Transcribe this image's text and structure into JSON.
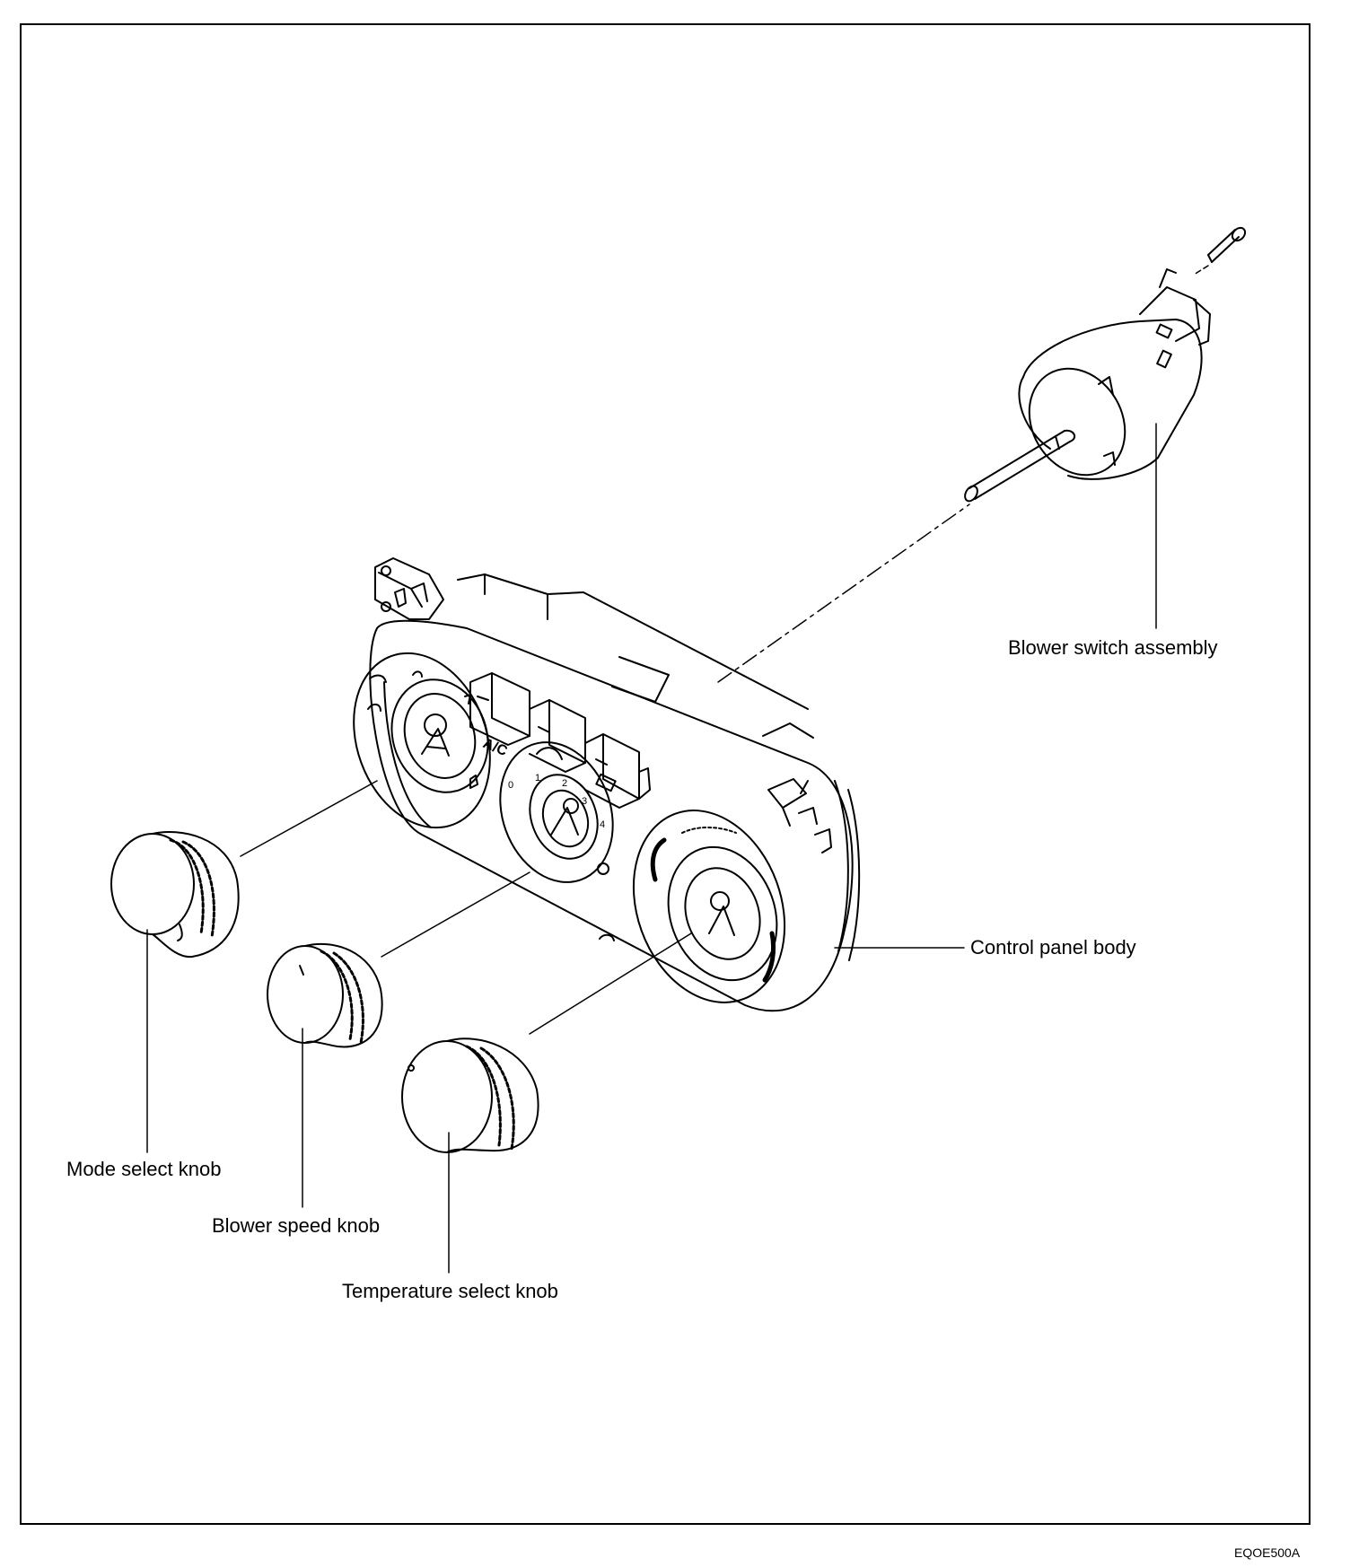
{
  "diagram": {
    "labels": {
      "blower_switch_assembly": "Blower switch assembly",
      "control_panel_body": "Control panel body",
      "mode_select_knob": "Mode select knob",
      "blower_speed_knob": "Blower speed knob",
      "temperature_select_knob": "Temperature select knob"
    },
    "button_legends": {
      "ac_button": "A/C"
    },
    "dial_scale": [
      "0",
      "1",
      "2",
      "3",
      "4"
    ],
    "figure_code": "EQOE500A"
  },
  "colors": {
    "line": "#000000",
    "background": "#ffffff"
  }
}
